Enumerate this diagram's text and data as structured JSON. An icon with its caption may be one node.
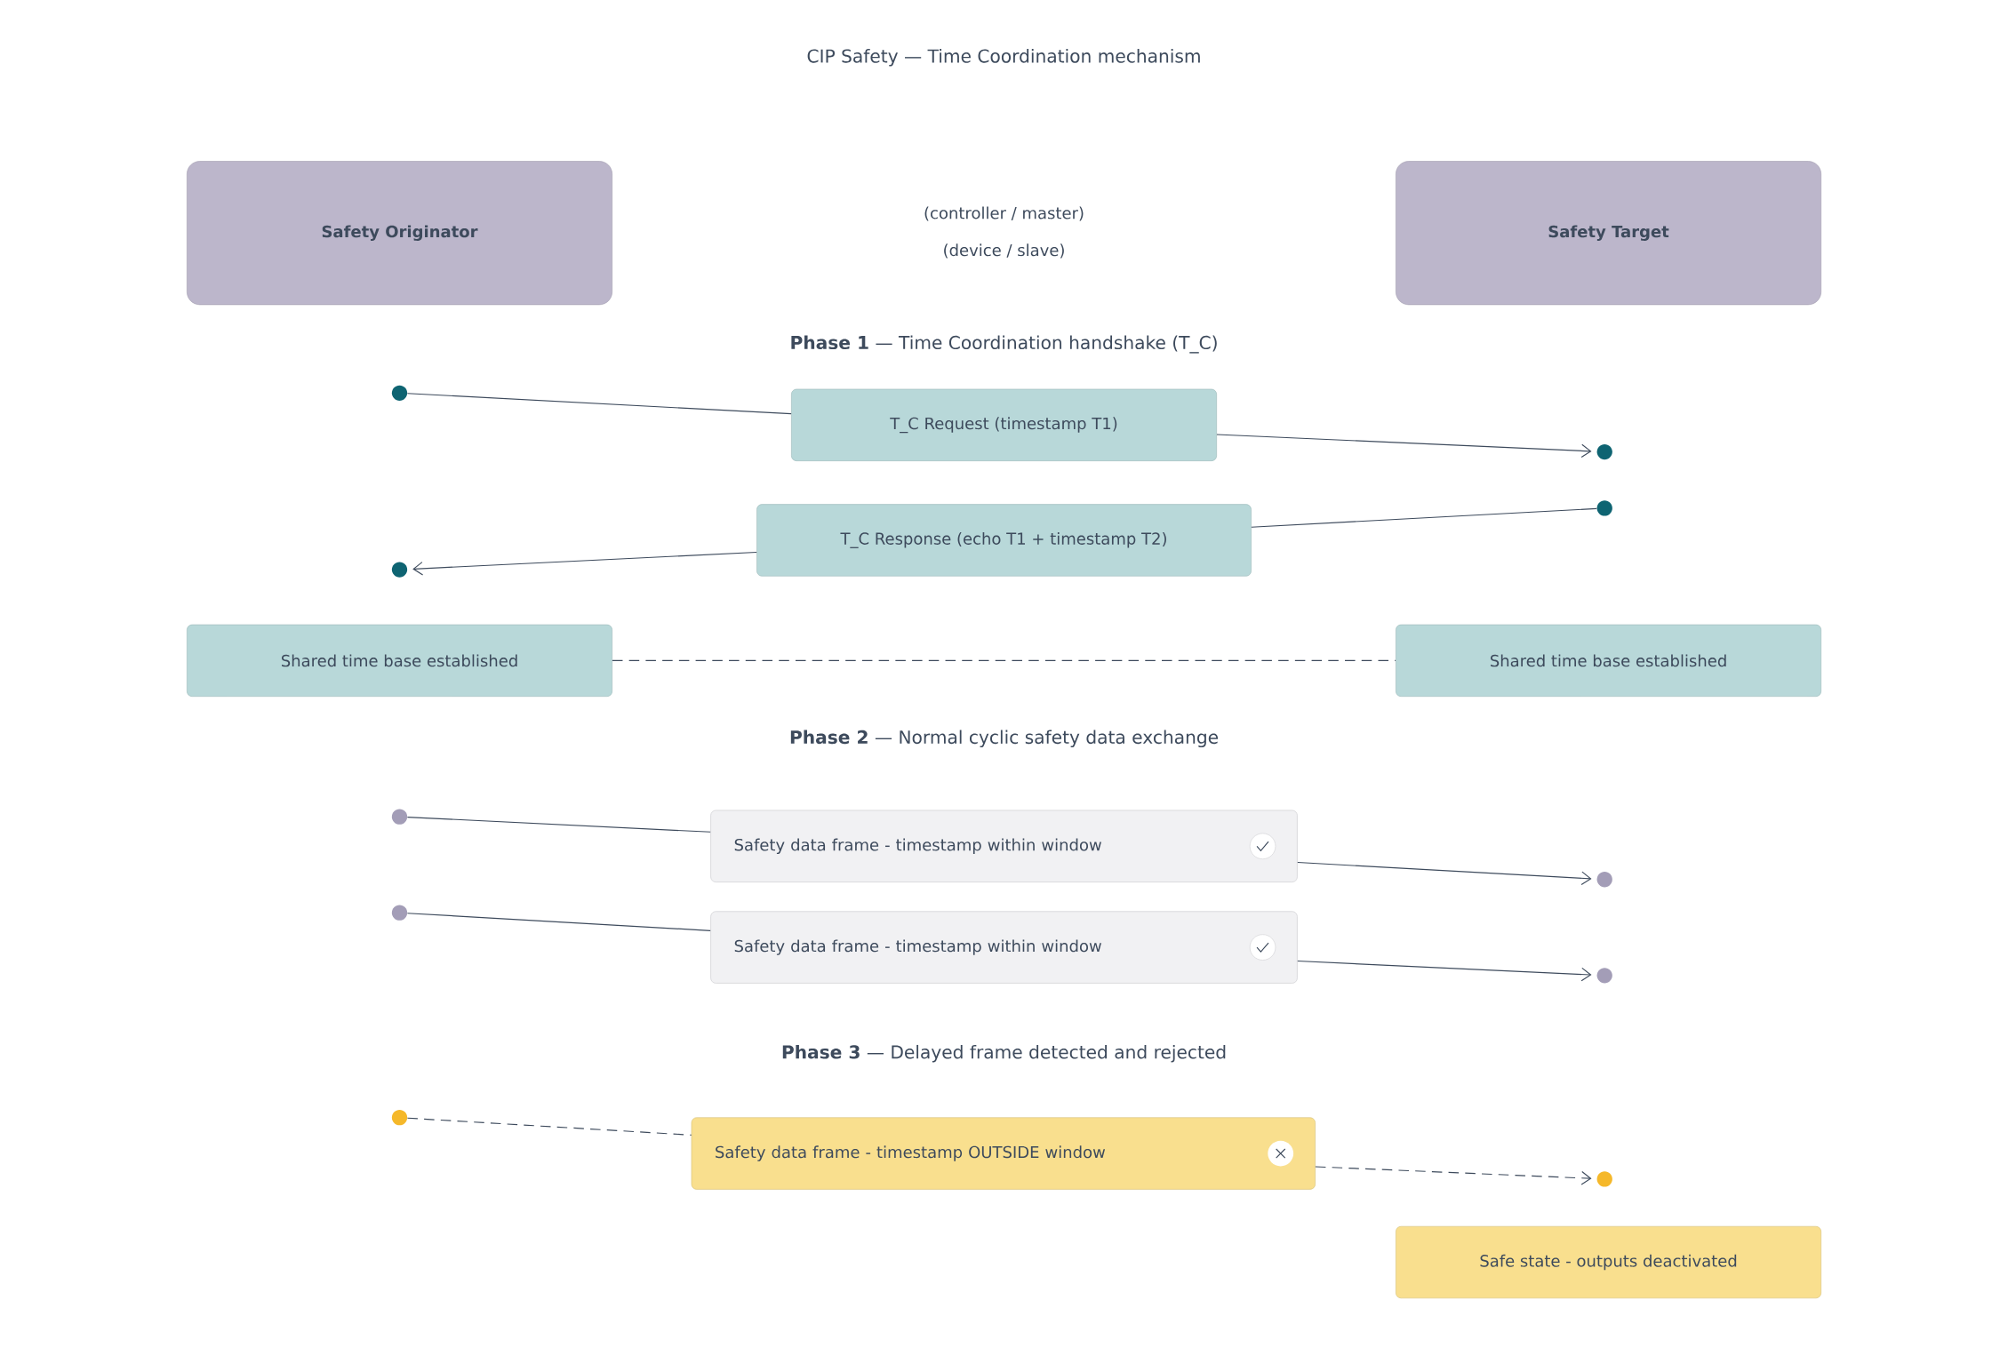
{
  "diagram": {
    "title": "CIP Safety — Time Coordination mechanism",
    "nodes": [
      {
        "text": [
          "Safety Originator"
        ]
      },
      {
        "text": [
          "Safety Target"
        ]
      },
      {
        "text": [],
        "shape": "circle"
      },
      {
        "text": [
          "T_C Request (timestamp T1)"
        ]
      },
      {
        "text": [],
        "shape": "circle"
      },
      {
        "text": [],
        "shape": "circle"
      },
      {
        "text": [
          "T_C Response (echo T1 + timestamp T2)"
        ]
      },
      {
        "text": [],
        "shape": "circle"
      },
      {
        "text": [
          "Shared time base established"
        ]
      },
      {
        "text": [
          "Shared time base established"
        ]
      },
      {
        "text": [],
        "shape": "circle"
      },
      {
        "text": [
          "Safety data frame - timestamp within window"
        ]
      },
      {
        "text": [],
        "shape": "circle"
      },
      {
        "text": [],
        "shape": "circle"
      },
      {
        "text": [
          "Safety data frame - timestamp within window"
        ]
      },
      {
        "text": [],
        "shape": "circle"
      },
      {
        "text": [],
        "shape": "circle"
      },
      {
        "text": [
          "Safety data frame - timestamp OUTSIDE window"
        ]
      },
      {
        "text": [],
        "shape": "circle"
      },
      {
        "text": [
          "Safe state - outputs deactivated"
        ]
      }
    ],
    "edges": [
      {
        "from": 2,
        "to": 3,
        "arrow": "none"
      },
      {
        "from": 3,
        "to": 4,
        "arrow": "to"
      },
      {
        "from": 5,
        "to": 6,
        "arrow": "none"
      },
      {
        "from": 6,
        "to": 7,
        "arrow": "to"
      },
      {
        "from": 8,
        "to": 9,
        "arrow": "none",
        "style": "dashed"
      },
      {
        "from": 10,
        "to": 11,
        "arrow": "none"
      },
      {
        "from": 11,
        "to": 12,
        "arrow": "to"
      },
      {
        "from": 13,
        "to": 14,
        "arrow": "none"
      },
      {
        "from": 14,
        "to": 15,
        "arrow": "to"
      },
      {
        "from": 16,
        "to": 17,
        "arrow": "none",
        "style": "dashed"
      },
      {
        "from": 17,
        "to": 18,
        "arrow": "to",
        "style": "dashed"
      }
    ],
    "labels": [
      "(controller / master)",
      "(device / slave)",
      "**Phase 1** — Time Coordination handshake (T_C)",
      "**Phase 2** — Normal cyclic safety data exchange",
      "**Phase 3** — Delayed frame detected and rejected"
    ]
  }
}
